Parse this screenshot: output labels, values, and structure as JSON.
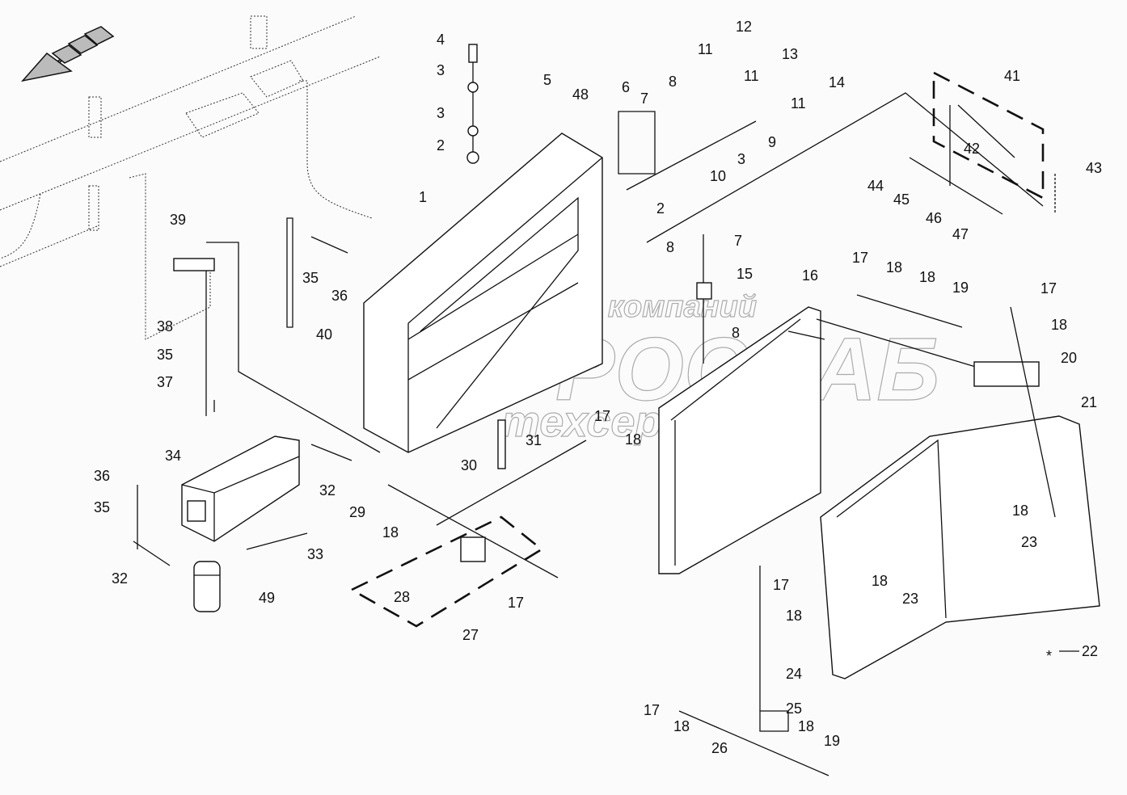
{
  "diagram": {
    "title": "Battery box assembly — exploded parts view",
    "watermark": {
      "line1": "группа компаний",
      "line2": "АГРОСНАБ",
      "line3": "техсервис"
    },
    "legend_note": {
      "symbol": "*",
      "label": "22"
    },
    "callouts": [
      {
        "id": "c1",
        "label": "1"
      },
      {
        "id": "c2a",
        "label": "2"
      },
      {
        "id": "c2b",
        "label": "2"
      },
      {
        "id": "c3a",
        "label": "3"
      },
      {
        "id": "c3b",
        "label": "3"
      },
      {
        "id": "c3c",
        "label": "3"
      },
      {
        "id": "c4",
        "label": "4"
      },
      {
        "id": "c5",
        "label": "5"
      },
      {
        "id": "c6",
        "label": "6"
      },
      {
        "id": "c7a",
        "label": "7"
      },
      {
        "id": "c7b",
        "label": "7"
      },
      {
        "id": "c8a",
        "label": "8"
      },
      {
        "id": "c8b",
        "label": "8"
      },
      {
        "id": "c8c",
        "label": "8"
      },
      {
        "id": "c9",
        "label": "9"
      },
      {
        "id": "c10",
        "label": "10"
      },
      {
        "id": "c11a",
        "label": "11"
      },
      {
        "id": "c11b",
        "label": "11"
      },
      {
        "id": "c11c",
        "label": "11"
      },
      {
        "id": "c12",
        "label": "12"
      },
      {
        "id": "c13",
        "label": "13"
      },
      {
        "id": "c14",
        "label": "14"
      },
      {
        "id": "c15",
        "label": "15"
      },
      {
        "id": "c16",
        "label": "16"
      },
      {
        "id": "c17a",
        "label": "17"
      },
      {
        "id": "c17b",
        "label": "17"
      },
      {
        "id": "c17c",
        "label": "17"
      },
      {
        "id": "c17d",
        "label": "17"
      },
      {
        "id": "c17e",
        "label": "17"
      },
      {
        "id": "c17f",
        "label": "17"
      },
      {
        "id": "c18a",
        "label": "18"
      },
      {
        "id": "c18b",
        "label": "18"
      },
      {
        "id": "c18c",
        "label": "18"
      },
      {
        "id": "c18d",
        "label": "18"
      },
      {
        "id": "c18e",
        "label": "18"
      },
      {
        "id": "c18f",
        "label": "18"
      },
      {
        "id": "c18g",
        "label": "18"
      },
      {
        "id": "c18h",
        "label": "18"
      },
      {
        "id": "c18i",
        "label": "18"
      },
      {
        "id": "c18j",
        "label": "18"
      },
      {
        "id": "c19a",
        "label": "19"
      },
      {
        "id": "c19b",
        "label": "19"
      },
      {
        "id": "c20",
        "label": "20"
      },
      {
        "id": "c21",
        "label": "21"
      },
      {
        "id": "c23a",
        "label": "23"
      },
      {
        "id": "c23b",
        "label": "23"
      },
      {
        "id": "c24",
        "label": "24"
      },
      {
        "id": "c25",
        "label": "25"
      },
      {
        "id": "c26",
        "label": "26"
      },
      {
        "id": "c27",
        "label": "27"
      },
      {
        "id": "c28",
        "label": "28"
      },
      {
        "id": "c29",
        "label": "29"
      },
      {
        "id": "c30",
        "label": "30"
      },
      {
        "id": "c31",
        "label": "31"
      },
      {
        "id": "c32a",
        "label": "32"
      },
      {
        "id": "c32b",
        "label": "32"
      },
      {
        "id": "c33",
        "label": "33"
      },
      {
        "id": "c34",
        "label": "34"
      },
      {
        "id": "c35a",
        "label": "35"
      },
      {
        "id": "c35b",
        "label": "35"
      },
      {
        "id": "c35c",
        "label": "35"
      },
      {
        "id": "c36a",
        "label": "36"
      },
      {
        "id": "c36b",
        "label": "36"
      },
      {
        "id": "c37",
        "label": "37"
      },
      {
        "id": "c38",
        "label": "38"
      },
      {
        "id": "c39",
        "label": "39"
      },
      {
        "id": "c40",
        "label": "40"
      },
      {
        "id": "c41",
        "label": "41"
      },
      {
        "id": "c42",
        "label": "42"
      },
      {
        "id": "c43",
        "label": "43"
      },
      {
        "id": "c44",
        "label": "44"
      },
      {
        "id": "c45",
        "label": "45"
      },
      {
        "id": "c46",
        "label": "46"
      },
      {
        "id": "c47",
        "label": "47"
      },
      {
        "id": "c48",
        "label": "48"
      },
      {
        "id": "c49",
        "label": "49"
      }
    ]
  }
}
